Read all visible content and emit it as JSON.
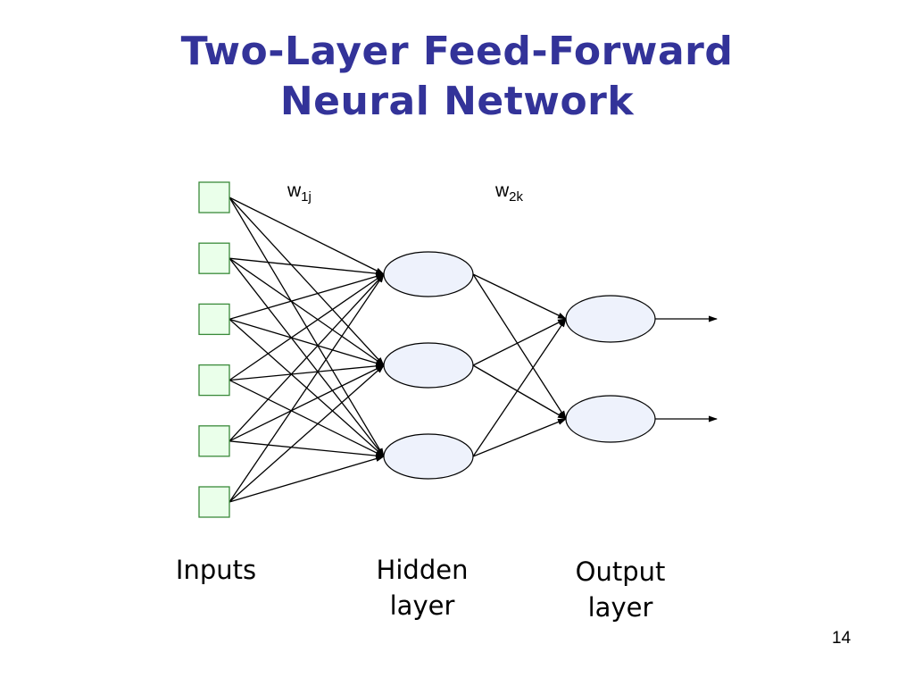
{
  "slide": {
    "title_line1": "Two-Layer Feed-Forward",
    "title_line2": "Neural Network",
    "page_number": "14",
    "colors": {
      "title": "#333399",
      "input_fill": "#eaffea",
      "input_stroke": "#3a8a3a",
      "node_fill": "#eef2fc",
      "edge": "#000000"
    }
  },
  "network": {
    "input_count": 6,
    "hidden_count": 3,
    "output_count": 2,
    "weights_1": {
      "base": "w",
      "sub": "1j"
    },
    "weights_2": {
      "base": "w",
      "sub": "2k"
    }
  },
  "labels": {
    "inputs": "Inputs",
    "hidden_line1": "Hidden",
    "hidden_line2": "layer",
    "output_line1": "Output",
    "output_line2": "layer"
  }
}
